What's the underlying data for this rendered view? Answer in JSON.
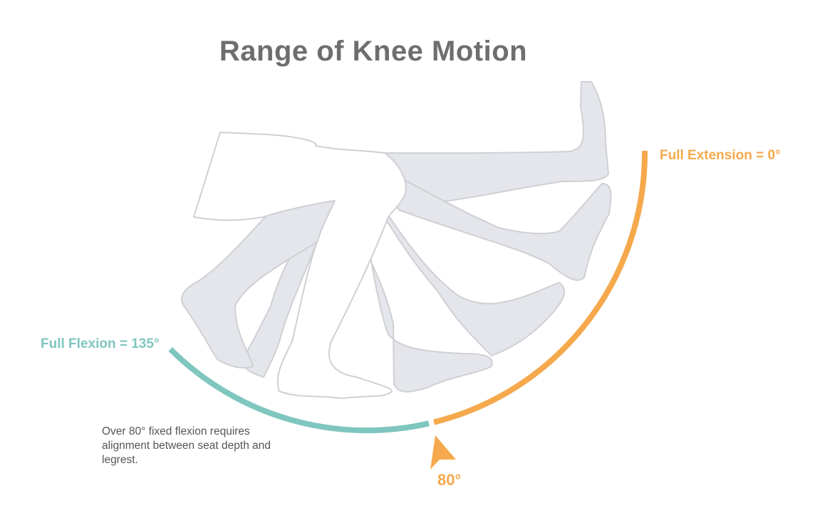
{
  "title": "Range of Knee Motion",
  "labels": {
    "full_extension": "Full Extension = 0°",
    "full_flexion": "Full Flexion = 135°",
    "fixed_flexion_marker": "80°"
  },
  "note": "Over 80° fixed flexion requires alignment between seat depth and legrest.",
  "angles": {
    "extension": 0,
    "marker": 80,
    "flexion": 135
  },
  "colors": {
    "extension": "#f5a94c",
    "flexion": "#7fc6bf",
    "leg_fill": "#e5e6eb",
    "leg_stroke": "#cfd0d4",
    "title": "#6d6e70"
  }
}
